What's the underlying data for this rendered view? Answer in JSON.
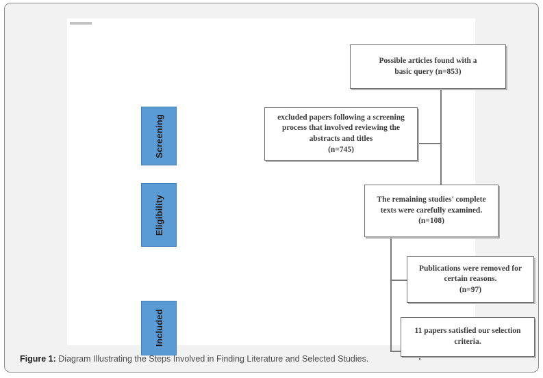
{
  "figure": {
    "caption_label": "Figure 1:",
    "caption_text": " Diagram Illustrating the Steps Involved in Finding Literature and Selected Studies."
  },
  "colors": {
    "stage_blue": "#5B9BD5",
    "stage_blue_border": "#417eb5",
    "box_border": "#6f6f6f",
    "connector": "#7a7a7a",
    "panel_background": "#f2f2f2",
    "canvas_background": "#ffffff"
  },
  "stages": [
    {
      "id": "screening",
      "label": "Screening"
    },
    {
      "id": "eligibility",
      "label": "Eligibility"
    },
    {
      "id": "included",
      "label": "Included"
    }
  ],
  "flow_boxes": [
    {
      "id": "identification",
      "text": "Possible articles found with a\nbasic query  (n=853)",
      "count": 853
    },
    {
      "id": "screening-excluded",
      "text": "excluded papers following a screening\nprocess that involved reviewing the\nabstracts and titles\n(n=745)",
      "count": 745
    },
    {
      "id": "fulltext",
      "text": "The remaining studies' complete\ntexts were carefully examined.\n(n=108)",
      "count": 108
    },
    {
      "id": "removed",
      "text": "Publications were removed for\ncertain reasons.\n(n=97)",
      "count": 97
    },
    {
      "id": "included",
      "text": "11 papers satisfied our selection\ncriteria.",
      "count": 11
    }
  ]
}
